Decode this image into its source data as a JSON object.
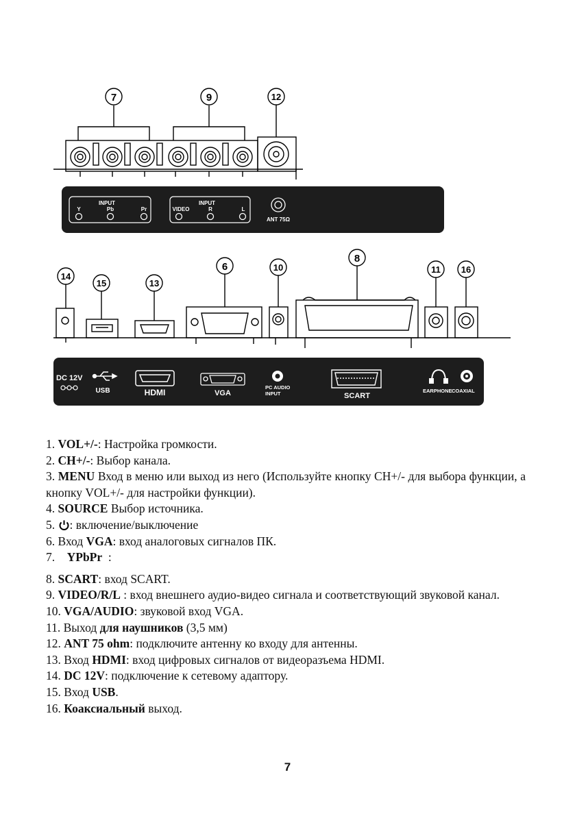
{
  "callouts": {
    "c7": "7",
    "c9": "9",
    "c12": "12",
    "c14": "14",
    "c15": "15",
    "c13": "13",
    "c6": "6",
    "c10": "10",
    "c8": "8",
    "c11": "11",
    "c16": "16"
  },
  "panel_top": {
    "input1_title": "INPUT",
    "y": "Y",
    "pb": "Pb",
    "pr": "Pr",
    "input2_title": "INPUT",
    "video": "VIDEO",
    "r": "R",
    "l": "L",
    "ant": "ANT 75Ω"
  },
  "panel_bottom": {
    "dc": "DC  12V",
    "usb": "USB",
    "hdmi": "HDMI",
    "vga": "VGA",
    "pc_audio_1": "PC AUDIO",
    "pc_audio_2": "INPUT",
    "scart": "SCART",
    "earphone": "EARPHONE",
    "coaxial": "COAXIAL"
  },
  "items": [
    {
      "num": "1. ",
      "bold": "VOL+/-",
      "text": ": Настройка громкости."
    },
    {
      "num": "2. ",
      "bold": "CH+/-",
      "text": ": Выбор канала."
    },
    {
      "num": "3. ",
      "bold": "MENU",
      "text": " Вход в меню или выход из него (Используйте кнопку CH+/- для выбора функции, а кнопку VOL+/- для настройки функции)."
    },
    {
      "num": "4.  ",
      "bold": "SOURCE",
      "text": " Выбор источника."
    },
    {
      "num": "5. ",
      "bold": "",
      "text": ": включение/выключение"
    },
    {
      "num": "6. Вход ",
      "bold": "VGA",
      "text": ": вход аналоговых сигналов ПК."
    },
    {
      "num": "7.    ",
      "bold": "YPbPr",
      "text": "  :"
    },
    {
      "num": "8. ",
      "bold": "SCART",
      "text": ": вход SCART."
    },
    {
      "num": "9. ",
      "bold": "VIDEO/R/L",
      "text": " : вход внешнего аудио-видео сигнала и соответствующий звуковой канал."
    },
    {
      "num": "10. ",
      "bold": "VGA/AUDIO",
      "text": ": звуковой вход VGA."
    },
    {
      "num": "11. Выход ",
      "bold": "для наушников",
      "text": " (3,5 мм)"
    },
    {
      "num": "12. ",
      "bold": "ANT 75 ohm",
      "text": ": подключите антенну ко входу для антенны."
    },
    {
      "num": "13. Вход ",
      "bold": "HDMI",
      "text": ": вход цифровых сигналов от видеоразъема HDMI."
    },
    {
      "num": "14. ",
      "bold": "DC 12V",
      "text": ": подключение к сетевому адаптору."
    },
    {
      "num": "15. Вход ",
      "bold": "USB",
      "text": "."
    },
    {
      "num": "16. ",
      "bold": "Коаксиальный",
      "text": " выход."
    }
  ],
  "page_number": "7"
}
